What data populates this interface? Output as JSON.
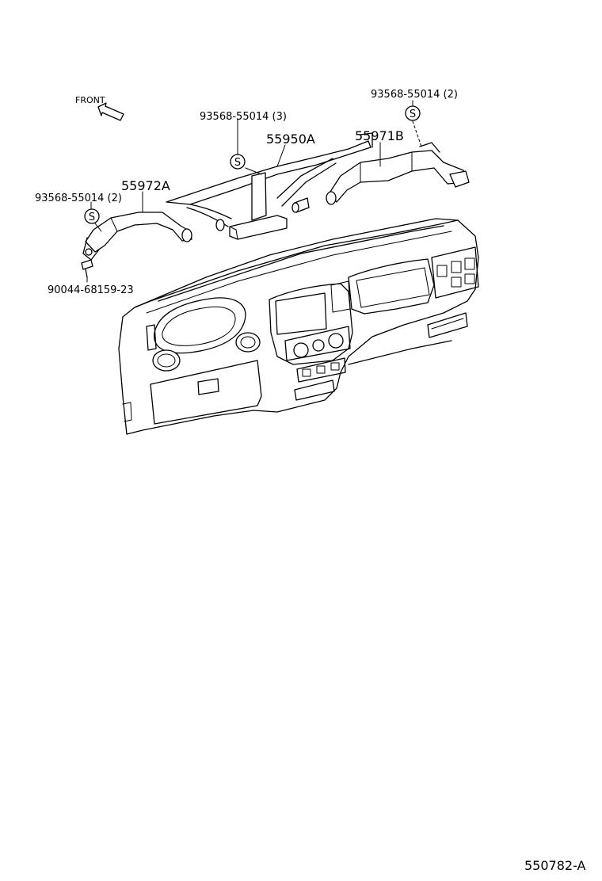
{
  "diagram": {
    "front_label": "FRONT",
    "callouts": {
      "screw_center": "93568-55014 (3)",
      "screw_right": "93568-55014 (2)",
      "screw_left": "93568-55014 (2)",
      "duct_center": "55950A",
      "duct_right": "55971B",
      "duct_left": "55972A",
      "clip": "90044-68159-23"
    },
    "symbol_letter": "S",
    "drawing_number": "550782-A"
  }
}
